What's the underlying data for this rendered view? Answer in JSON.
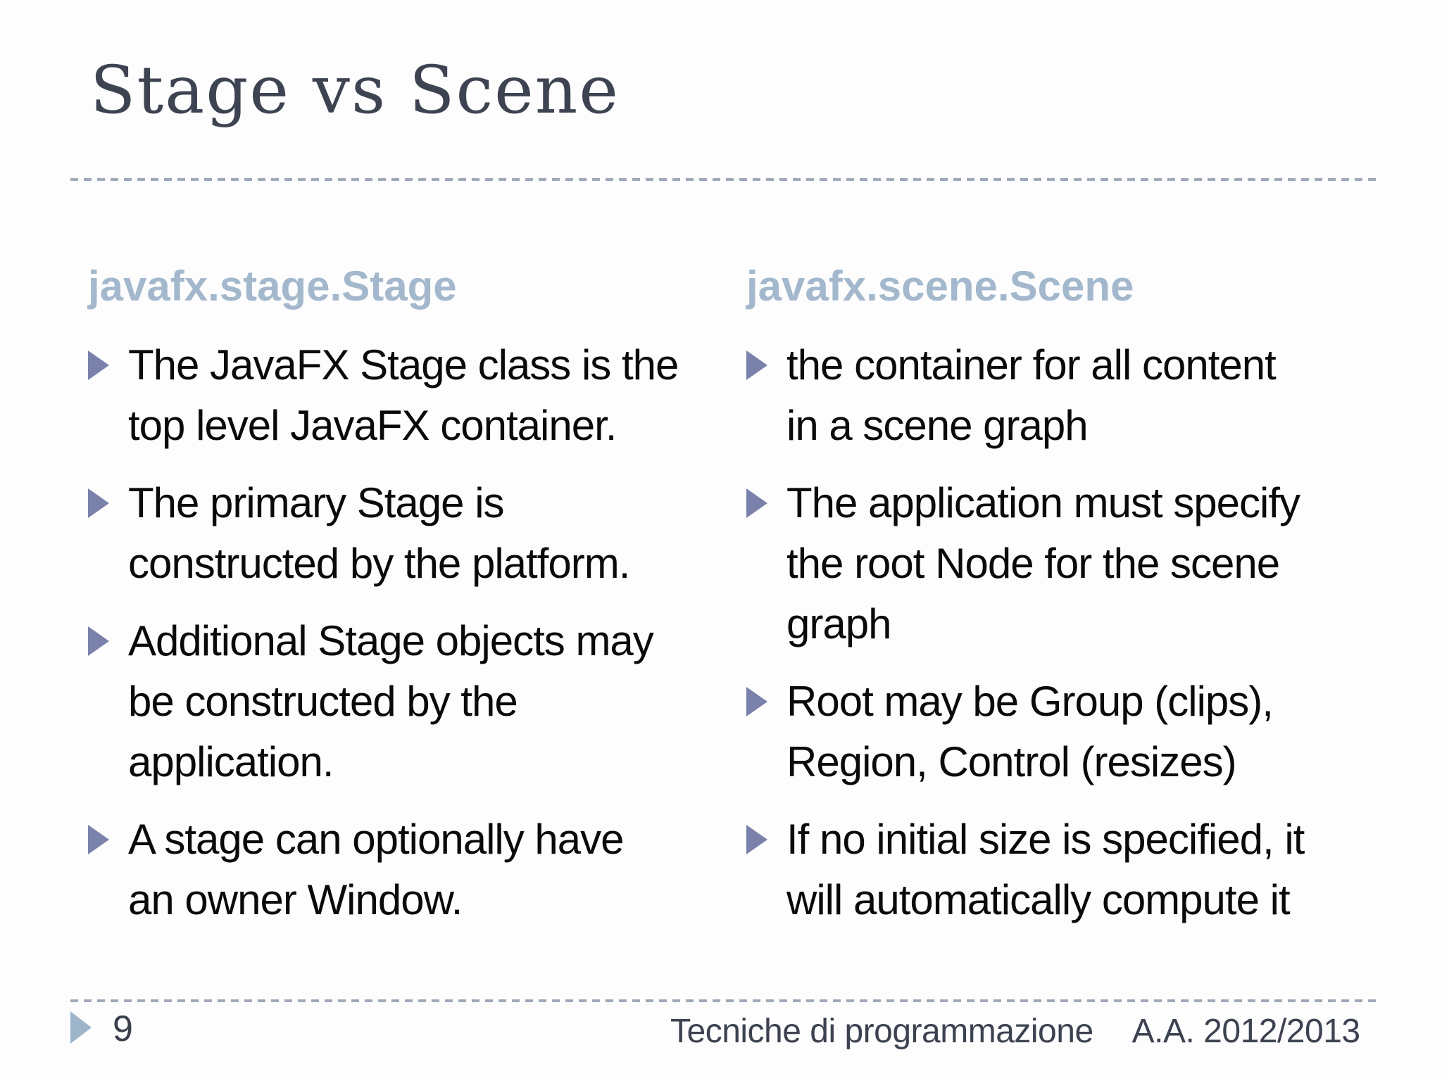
{
  "title": "Stage vs Scene",
  "columns": [
    {
      "header": "javafx.stage.Stage",
      "bullets": [
        "The JavaFX Stage class is the\ntop level JavaFX container.",
        "The primary Stage is\nconstructed by the platform.",
        "Additional Stage objects may\nbe constructed by the\napplication.",
        "A stage can optionally have\nan owner Window."
      ]
    },
    {
      "header": "javafx.scene.Scene",
      "bullets": [
        "the container for all content\nin a scene graph",
        "The application must specify\nthe root Node for the scene\ngraph",
        "Root may be Group (clips),\nRegion, Control (resizes)",
        "If no initial size is specified, it\nwill automatically compute it"
      ]
    }
  ],
  "footer": {
    "page": "9",
    "course": "Tecniche di programmazione",
    "year": "A.A. 2012/2013"
  },
  "colors": {
    "title_text": "#3e4352",
    "column_header": "#a3b8cc",
    "bullet_marker": "#7a81aa",
    "footer_marker": "#9db4c9",
    "divider_dash": "#9fa9b9",
    "body_text": "#0a0a0c",
    "background": "#fdfdfe"
  }
}
